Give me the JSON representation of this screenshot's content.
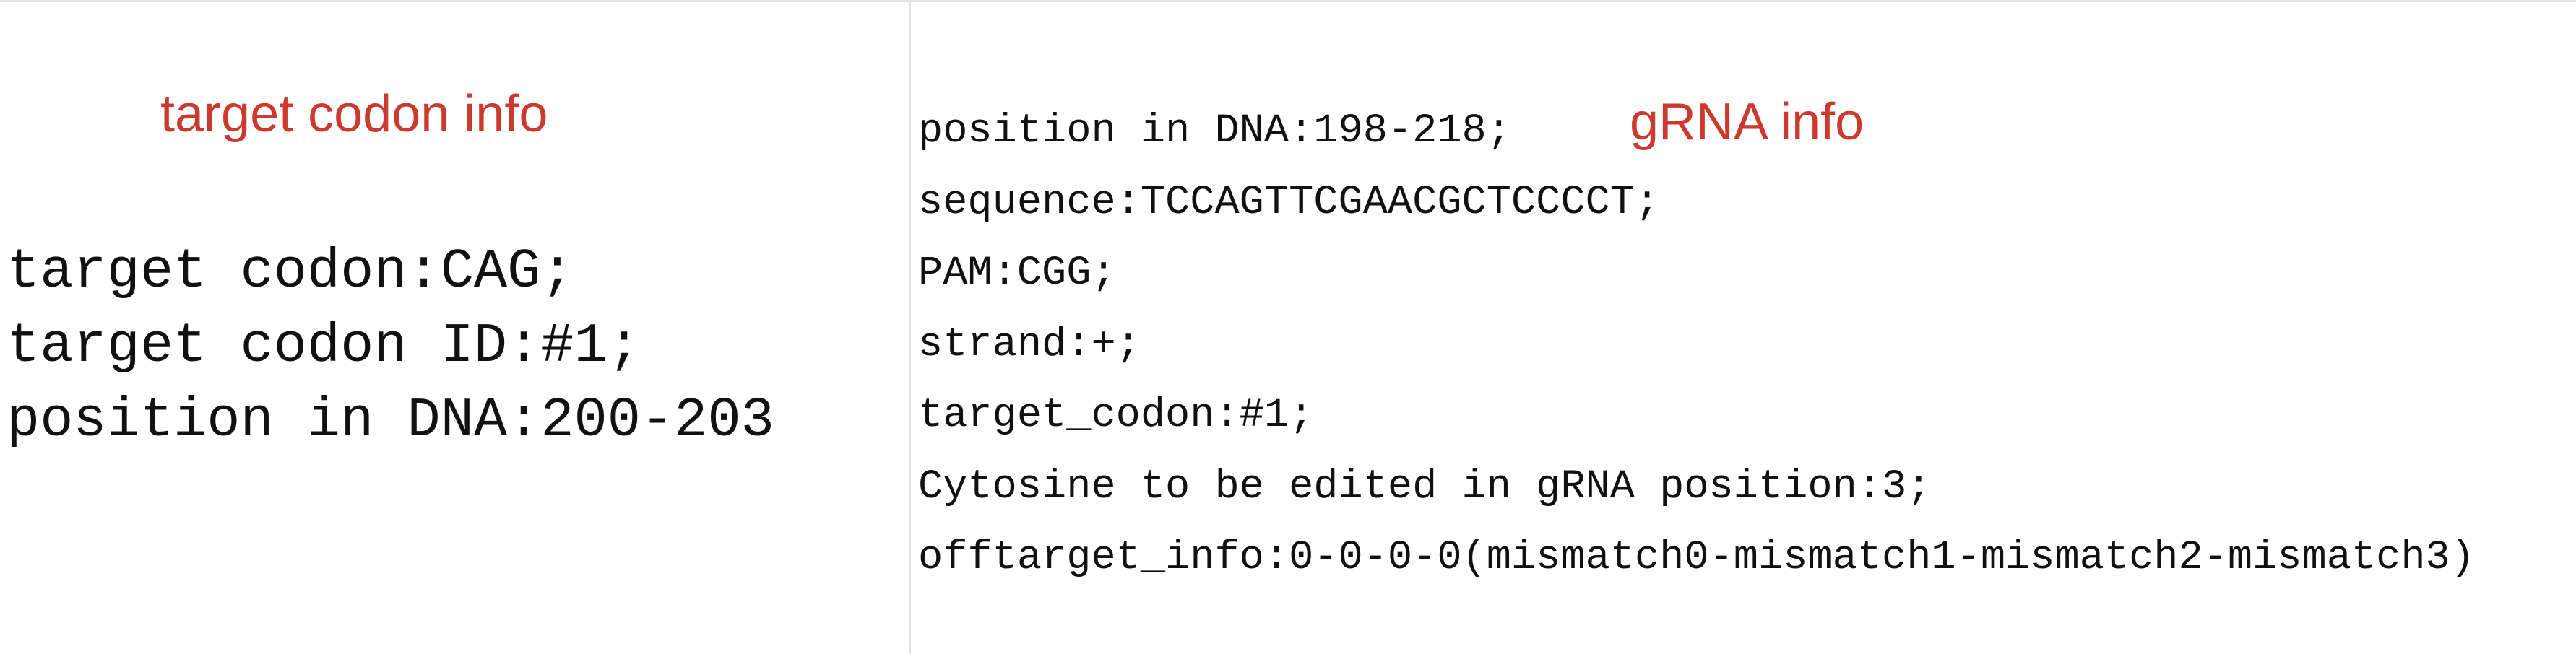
{
  "accent_color": "#cc3a2f",
  "target_codon": {
    "heading": "target codon info",
    "lines": [
      "target codon:CAG;",
      "target codon ID:#1;",
      "position in DNA:200-203"
    ]
  },
  "grna": {
    "heading": "gRNA info",
    "lines": [
      "position in DNA:198-218;",
      "sequence:TCCAGTTCGAACGCTCCCCT;",
      "PAM:CGG;",
      "strand:+;",
      "target_codon:#1;",
      "Cytosine to be edited in gRNA position:3;",
      "offtarget_info:0-0-0-0(mismatch0-mismatch1-mismatch2-mismatch3)"
    ]
  }
}
